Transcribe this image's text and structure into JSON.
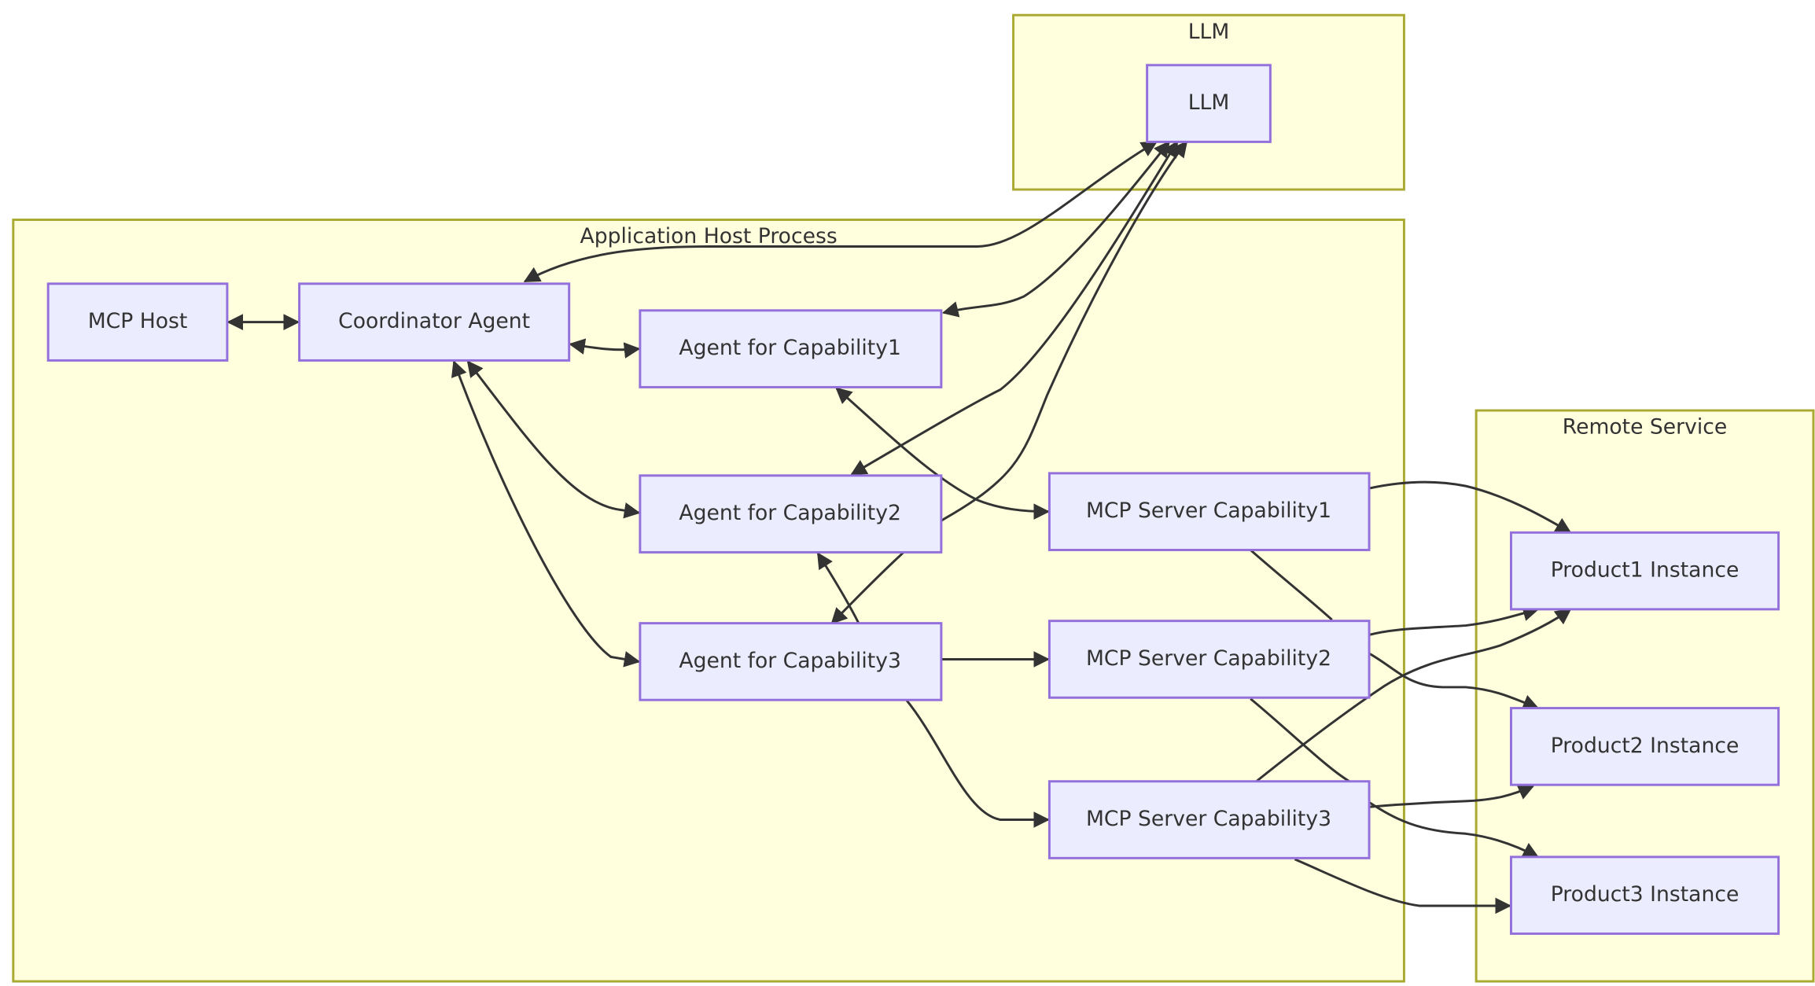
{
  "clusters": {
    "llm": {
      "label": "LLM"
    },
    "app": {
      "label": "Application Host Process"
    },
    "remote": {
      "label": "Remote Service"
    }
  },
  "nodes": {
    "llm": "LLM",
    "mcp_host": "MCP Host",
    "coordinator": "Coordinator Agent",
    "agent1": "Agent for Capability1",
    "agent2": "Agent for Capability2",
    "agent3": "Agent for Capability3",
    "server1": "MCP Server Capability1",
    "server2": "MCP Server Capability2",
    "server3": "MCP Server Capability3",
    "product1": "Product1 Instance",
    "product2": "Product2 Instance",
    "product3": "Product3 Instance"
  },
  "colors": {
    "cluster_fill": "#ffffde",
    "cluster_stroke": "#aaaa33",
    "node_fill": "#ececff",
    "node_stroke": "#9370db",
    "edge": "#333333"
  },
  "edges": [
    {
      "from": "mcp_host",
      "to": "coordinator",
      "dir": "both"
    },
    {
      "from": "coordinator",
      "to": "agent1",
      "dir": "both"
    },
    {
      "from": "coordinator",
      "to": "agent2",
      "dir": "both"
    },
    {
      "from": "coordinator",
      "to": "agent3",
      "dir": "both"
    },
    {
      "from": "coordinator",
      "to": "llm",
      "dir": "both"
    },
    {
      "from": "agent1",
      "to": "llm",
      "dir": "both"
    },
    {
      "from": "agent2",
      "to": "llm",
      "dir": "both"
    },
    {
      "from": "agent3",
      "to": "llm",
      "dir": "both"
    },
    {
      "from": "agent1",
      "to": "server1",
      "dir": "both"
    },
    {
      "from": "agent2",
      "to": "server2",
      "dir": "both"
    },
    {
      "from": "agent3",
      "to": "server3",
      "dir": "forward"
    },
    {
      "from": "server1",
      "to": "product1",
      "dir": "forward"
    },
    {
      "from": "server1",
      "to": "product2",
      "dir": "forward"
    },
    {
      "from": "server2",
      "to": "product1",
      "dir": "forward"
    },
    {
      "from": "server2",
      "to": "product3",
      "dir": "forward"
    },
    {
      "from": "server3",
      "to": "product1",
      "dir": "forward"
    },
    {
      "from": "server3",
      "to": "product2",
      "dir": "forward"
    },
    {
      "from": "server3",
      "to": "product3",
      "dir": "forward"
    }
  ]
}
